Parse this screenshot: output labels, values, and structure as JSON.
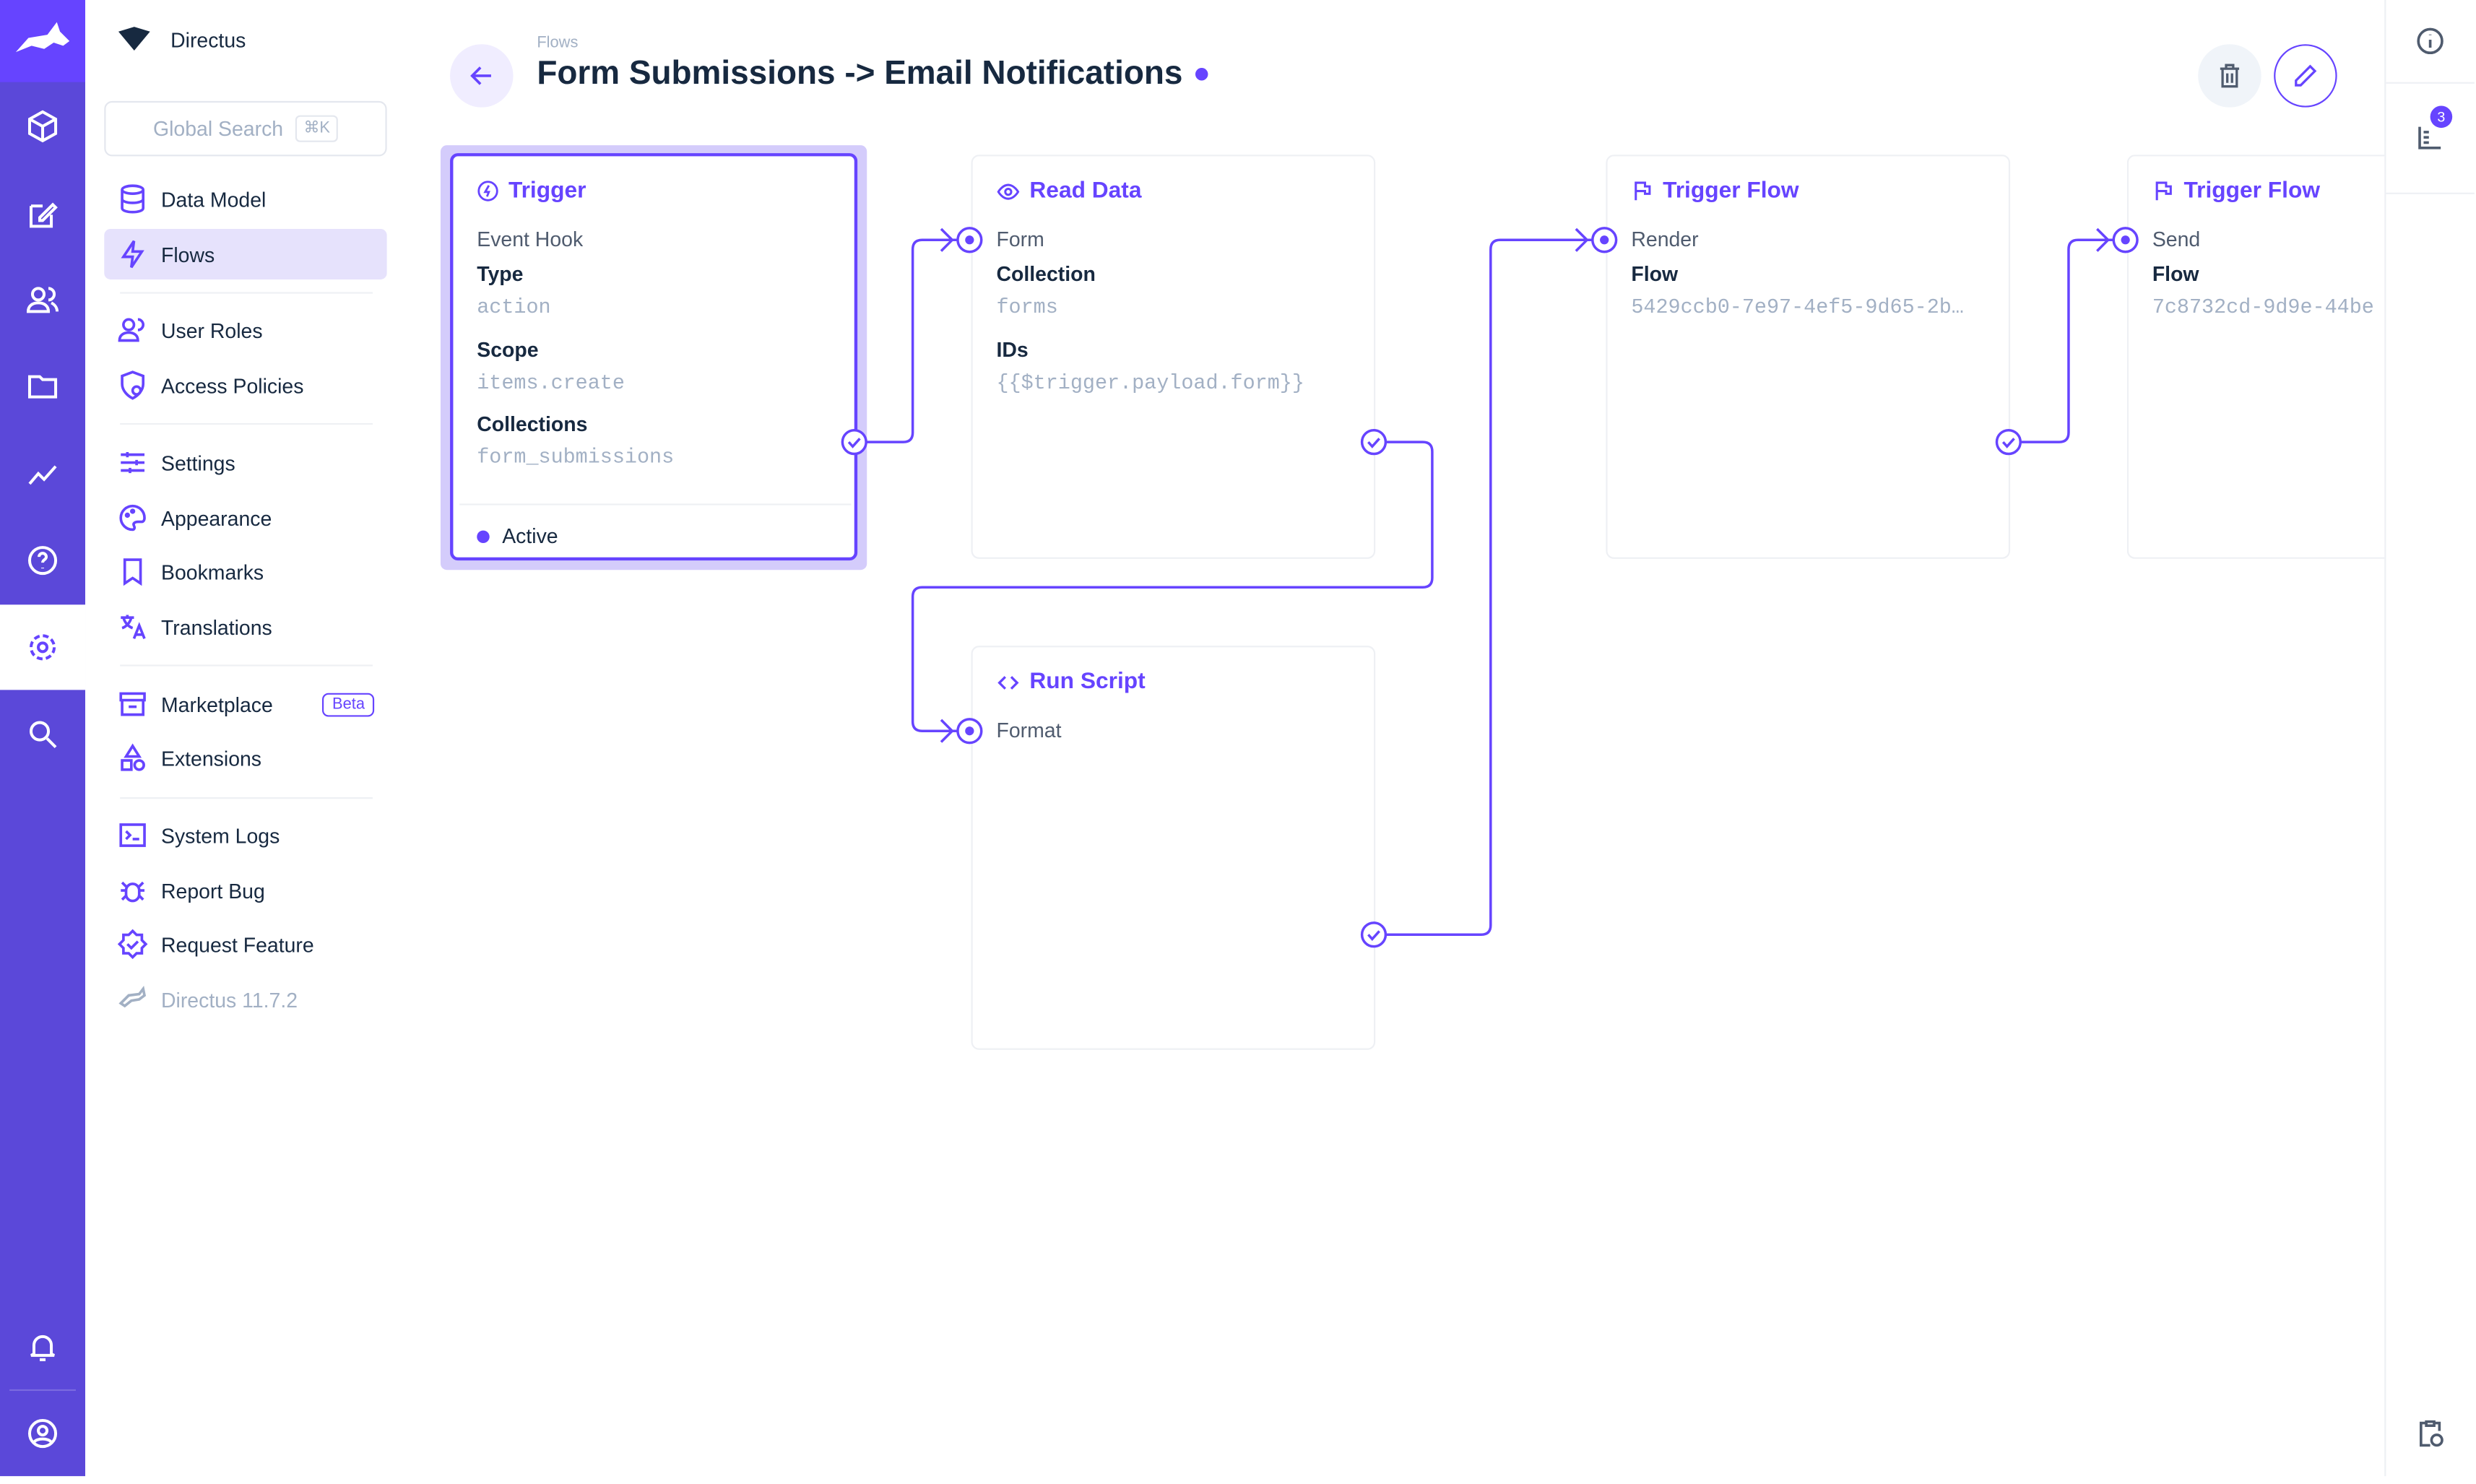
{
  "project": {
    "name": "Directus"
  },
  "search": {
    "placeholder": "Global Search",
    "shortcut": "⌘K"
  },
  "nav": {
    "items": [
      {
        "label": "Data Model",
        "icon": "database-icon"
      },
      {
        "label": "Flows",
        "icon": "bolt-icon",
        "active": true
      },
      {
        "label": "User Roles",
        "icon": "users-icon"
      },
      {
        "label": "Access Policies",
        "icon": "shield-icon"
      },
      {
        "label": "Settings",
        "icon": "sliders-icon"
      },
      {
        "label": "Appearance",
        "icon": "palette-icon"
      },
      {
        "label": "Bookmarks",
        "icon": "bookmark-icon"
      },
      {
        "label": "Translations",
        "icon": "translate-icon"
      },
      {
        "label": "Marketplace",
        "icon": "store-icon",
        "badge": "Beta"
      },
      {
        "label": "Extensions",
        "icon": "extensions-icon"
      },
      {
        "label": "System Logs",
        "icon": "terminal-icon"
      },
      {
        "label": "Report Bug",
        "icon": "bug-icon"
      },
      {
        "label": "Request Feature",
        "icon": "verified-icon"
      },
      {
        "label": "Directus 11.7.2",
        "icon": "directus-icon"
      }
    ]
  },
  "header": {
    "breadcrumb": "Flows",
    "title": "Form Submissions -> Email Notifications"
  },
  "right_rail": {
    "logs_badge": "3"
  },
  "accent": "#6644ff",
  "flow": {
    "trigger": {
      "title": "Trigger",
      "subtitle": "Event Hook",
      "type_label": "Type",
      "type_value": "action",
      "scope_label": "Scope",
      "scope_value": "items.create",
      "collections_label": "Collections",
      "collections_value": "form_submissions",
      "status": "Active"
    },
    "read": {
      "title": "Read Data",
      "name": "Form",
      "collection_label": "Collection",
      "collection_value": "forms",
      "ids_label": "IDs",
      "ids_value": "{{$trigger.payload.form}}"
    },
    "script": {
      "title": "Run Script",
      "name": "Format"
    },
    "flow1": {
      "title": "Trigger Flow",
      "name": "Render",
      "flow_label": "Flow",
      "flow_value": "5429ccb0-7e97-4ef5-9d65-2b…"
    },
    "flow2": {
      "title": "Trigger Flow",
      "name": "Send",
      "flow_label": "Flow",
      "flow_value": "7c8732cd-9d9e-44be"
    }
  }
}
